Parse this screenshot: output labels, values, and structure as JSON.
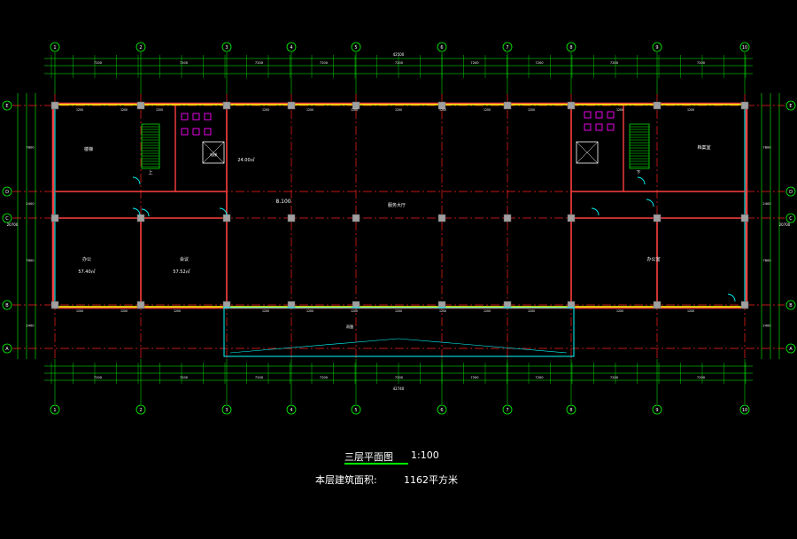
{
  "plan": {
    "title": "三层平面图",
    "scale": "1:100",
    "area_label": "本层建筑面积:",
    "area_value": "1162平方米"
  },
  "axes": {
    "columns": [
      "1",
      "2",
      "3",
      "4",
      "5",
      "6",
      "7",
      "8",
      "9",
      "10"
    ],
    "rows": [
      "E",
      "D",
      "C",
      "B",
      "A"
    ]
  },
  "dimensions": {
    "overall_top": "42500",
    "overall_bottom": "42740",
    "spans_top": [
      "7200",
      "7200",
      "7200",
      "7200",
      "7200",
      "7200",
      "7200",
      "7200",
      "7200"
    ],
    "left_total": "20700",
    "right_total": "20700",
    "row_spans_left": [
      "7800",
      "2400",
      "7800",
      "2400"
    ],
    "row_spans_right": [
      "7800",
      "2400",
      "7800",
      "2400"
    ]
  },
  "labels": {
    "level_mid": "8.100",
    "room_corridor": "楼梯",
    "room_office_left": "办公",
    "room_meeting": "会议",
    "area_left": "57.40㎡",
    "area_meeting": "57.52㎡",
    "room_hall": "服务大厅",
    "room_office_right": "办公室",
    "room_archive": "档案室",
    "elevator": "电梯",
    "stair_up": "上",
    "stair_down": "下",
    "area_elevator": "24.00㎡",
    "canopy": "雨篷"
  },
  "colors": {
    "axis": "#00ff00",
    "wall": "#ff4040",
    "dashed_axis": "#ff2020",
    "column": "#a0a0a0",
    "window": "#ffff00",
    "door": "#00ffff",
    "toilet": "#ff00ff",
    "text": "#ffffff"
  }
}
